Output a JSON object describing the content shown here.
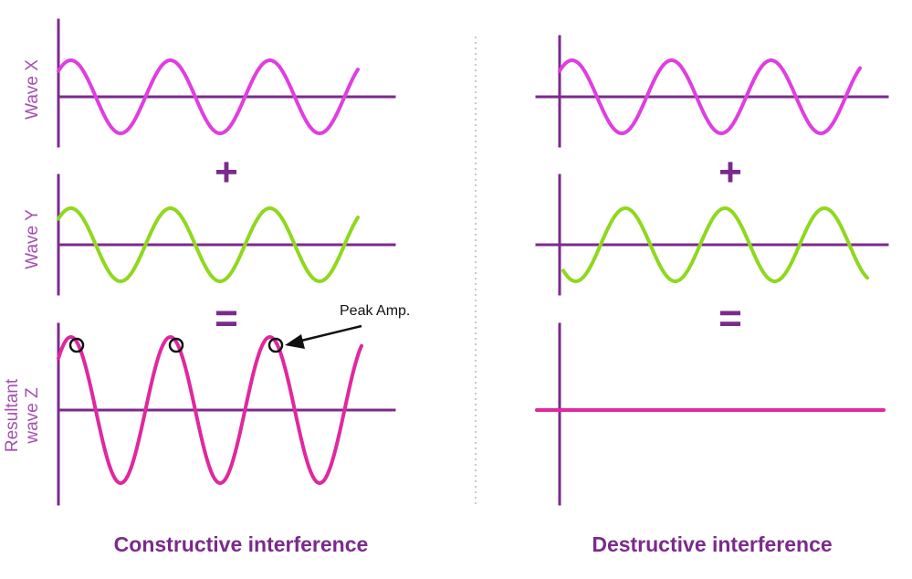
{
  "labels": {
    "wave_x": "Wave X",
    "wave_y": "Wave Y",
    "resultant_line1": "Resultant",
    "resultant_line2": "wave Z",
    "plus": "+",
    "equals": "=",
    "peak_amp": "Peak Amp.",
    "constructive": "Constructive interference",
    "destructive": "Destructive interference"
  },
  "colors": {
    "axis": "#7b2a8c",
    "wave_x": "#e03ee0",
    "wave_y": "#8fd81e",
    "resultant": "#e0289e",
    "label": "#a54fb0"
  },
  "waves": {
    "cycles": 3,
    "constructive": {
      "x_phase": "in-phase",
      "y_phase": "in-phase",
      "z_amplitude_factor": 2
    },
    "destructive": {
      "x_phase": "0",
      "y_phase": "180deg",
      "z_amplitude_factor": 0
    }
  }
}
